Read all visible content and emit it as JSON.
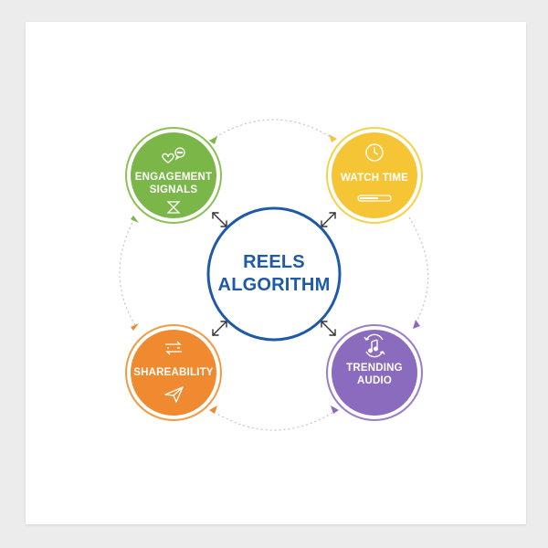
{
  "center": {
    "line1": "REELS",
    "line2": "ALGORITHM",
    "color": "#1e5aa8"
  },
  "nodes": [
    {
      "id": "engagement",
      "line1": "ENGAGEMENT",
      "line2": "SIGNALS",
      "fill": "#7ab648",
      "ring": "#8cc152",
      "icons": [
        "heart-icon",
        "chat-bubble-icon",
        "bookmark-icon"
      ]
    },
    {
      "id": "watch-time",
      "line1": "WATCH TIME",
      "line2": "",
      "fill": "#f6c535",
      "ring": "#f8d14a",
      "icons": [
        "clock-icon",
        "progress-bar-icon"
      ]
    },
    {
      "id": "shareability",
      "line1": "SHAREABILITY",
      "line2": "",
      "fill": "#f08a30",
      "ring": "#f29a44",
      "icons": [
        "share-arrows-icon",
        "paper-plane-icon"
      ]
    },
    {
      "id": "trending-audio",
      "line1": "TRENDING",
      "line2": "AUDIO",
      "fill": "#8a6bbd",
      "ring": "#9a7dc9",
      "icons": [
        "music-note-icon"
      ]
    }
  ],
  "cycle": {
    "direction": "clockwise",
    "line_color": "#bdbdbd",
    "connector_color": "#333333"
  }
}
